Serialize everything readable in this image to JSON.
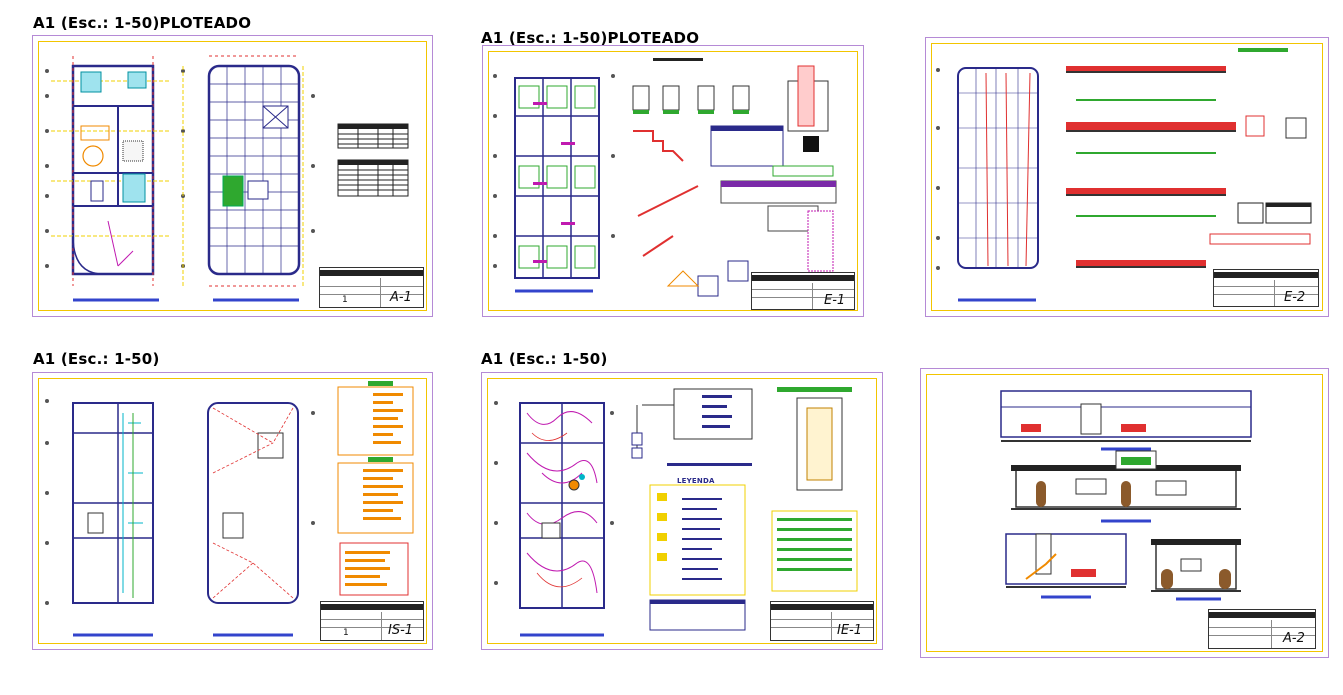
{
  "sheets": [
    {
      "id": "a1",
      "title": "A1 (Esc.: 1-50)PLOTEADO",
      "code": "A-1",
      "number": "1"
    },
    {
      "id": "e1",
      "title": "A1 (Esc.: 1-50)PLOTEADO",
      "code": "E-1"
    },
    {
      "id": "e2",
      "title": "",
      "code": "E-2"
    },
    {
      "id": "is1",
      "title": "A1 (Esc.: 1-50)",
      "code": "IS-1",
      "number": "1"
    },
    {
      "id": "ie1",
      "title": "A1 (Esc.: 1-50)",
      "code": "IE-1"
    },
    {
      "id": "a2",
      "title": "",
      "code": "A-2"
    }
  ],
  "labels": {
    "leyenda": "LEYENDA"
  },
  "colors": {
    "sheet_border": "#b58ad6",
    "inner_border": "#f2c500",
    "wall": "#2a2a8a",
    "axis": "#f0d000",
    "dim": "#e03030",
    "green": "#2fa82f",
    "magenta": "#c01ab0",
    "cyan": "#00b4c8",
    "orange": "#f08a00"
  }
}
